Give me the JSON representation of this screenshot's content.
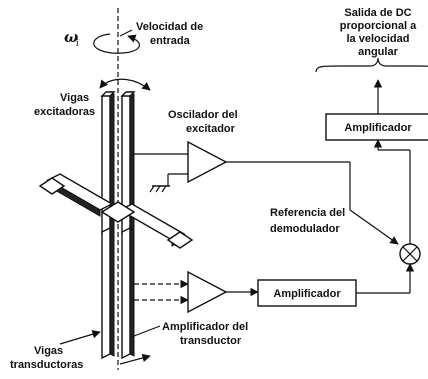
{
  "labels": {
    "omega_symbol": "ω",
    "omega_subscript": "i",
    "input_velocity": [
      "Velocidad de",
      "entrada"
    ],
    "driver_beams": [
      "Vigas",
      "excitadoras"
    ],
    "driver_oscillator": [
      "Oscilador del",
      "excitador"
    ],
    "demodulator_reference": [
      "Referencia del",
      "demodulador"
    ],
    "transducer_amplifier": [
      "Amplificador del",
      "transductor"
    ],
    "sensing_beams": [
      "Vigas",
      "transductoras"
    ],
    "dc_output": [
      "Salida de DC",
      "proporcional a",
      "la velocidad",
      "angular"
    ]
  },
  "blocks": {
    "top_amplifier": "Amplificador",
    "bottom_amplifier": "Amplificador"
  }
}
